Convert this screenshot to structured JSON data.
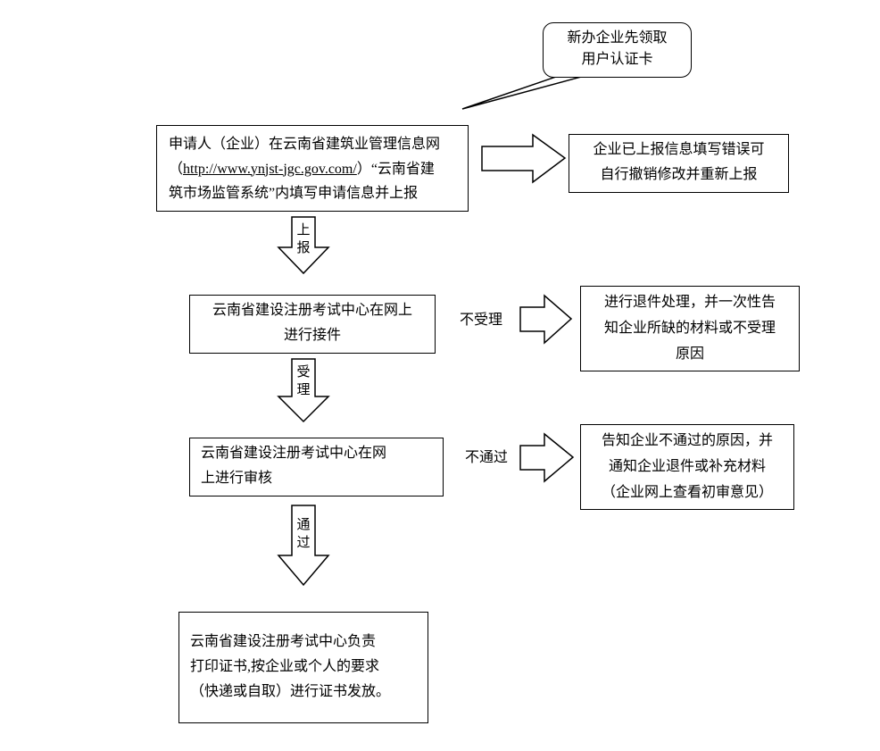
{
  "page": {
    "background": "#ffffff",
    "line_color": "#000000",
    "node_fill": "#ffffff"
  },
  "bubble": {
    "line1": "新办企业先领取",
    "line2": "用户认证卡"
  },
  "boxes": {
    "apply": {
      "line1": "申请人（企业）在云南省建筑业管理信息网",
      "line2_open": "（",
      "url": "http://www.ynjst-jgc.gov.com/",
      "line2_close": "）“云南省建",
      "line3": "筑市场监管系统”内填写申请信息并上报"
    },
    "resubmit": {
      "line1": "企业已上报信息填写错误可",
      "line2": "自行撤销修改并重新上报"
    },
    "receive": {
      "line1": "云南省建设注册考试中心在网上",
      "line2": "进行接件"
    },
    "reject_receive": {
      "line1": "进行退件处理，并一次性告",
      "line2": "知企业所缺的材料或不受理",
      "line3": "原因"
    },
    "review": {
      "line1": "云南省建设注册考试中心在网",
      "line2": "上进行审核"
    },
    "reject_review": {
      "line1": "告知企业不通过的原因，并",
      "line2": "通知企业退件或补充材料",
      "line3": "（企业网上查看初审意见）"
    },
    "issue": {
      "line1": "云南省建设注册考试中心负责",
      "line2": "打印证书,按企业或个人的要求",
      "line3": "（快递或自取）进行证书发放。"
    }
  },
  "labels": {
    "submit": "上报",
    "accept": "受理",
    "pass": "通过",
    "not_accept": "不受理",
    "not_pass": "不通过"
  }
}
